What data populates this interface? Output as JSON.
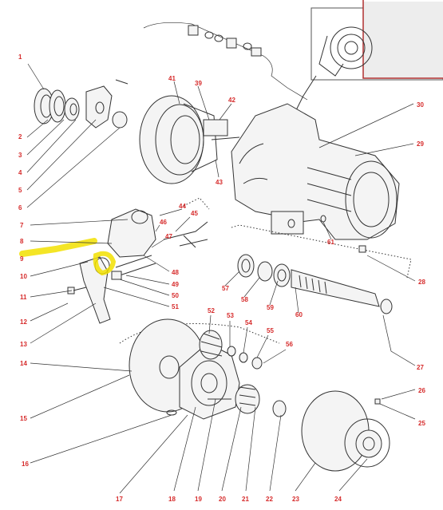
{
  "part_numbers": [
    {
      "id": "1",
      "side": "left"
    },
    {
      "id": "2",
      "side": "left"
    },
    {
      "id": "3",
      "side": "left"
    },
    {
      "id": "4",
      "side": "left"
    },
    {
      "id": "5",
      "side": "left"
    },
    {
      "id": "6",
      "side": "left"
    },
    {
      "id": "7",
      "side": "left"
    },
    {
      "id": "8",
      "side": "left"
    },
    {
      "id": "9",
      "side": "left"
    },
    {
      "id": "10",
      "side": "left"
    },
    {
      "id": "11",
      "side": "left"
    },
    {
      "id": "12",
      "side": "left"
    },
    {
      "id": "13",
      "side": "left"
    },
    {
      "id": "14",
      "side": "left"
    },
    {
      "id": "15",
      "side": "left"
    },
    {
      "id": "16",
      "side": "left"
    },
    {
      "id": "17",
      "side": "bottom"
    },
    {
      "id": "18",
      "side": "bottom"
    },
    {
      "id": "19",
      "side": "bottom"
    },
    {
      "id": "20",
      "side": "bottom"
    },
    {
      "id": "21",
      "side": "bottom"
    },
    {
      "id": "22",
      "side": "bottom"
    },
    {
      "id": "23",
      "side": "bottom"
    },
    {
      "id": "24",
      "side": "bottom"
    },
    {
      "id": "25",
      "side": "right"
    },
    {
      "id": "26",
      "side": "right"
    },
    {
      "id": "27",
      "side": "right"
    },
    {
      "id": "28",
      "side": "right"
    },
    {
      "id": "29",
      "side": "right"
    },
    {
      "id": "30",
      "side": "right"
    },
    {
      "id": "39",
      "side": "top"
    },
    {
      "id": "41",
      "side": "top"
    },
    {
      "id": "42",
      "side": "top"
    },
    {
      "id": "43",
      "side": "top"
    },
    {
      "id": "44",
      "side": "middle"
    },
    {
      "id": "45",
      "side": "middle"
    },
    {
      "id": "46",
      "side": "middle"
    },
    {
      "id": "47",
      "side": "middle"
    },
    {
      "id": "48",
      "side": "middle"
    },
    {
      "id": "49",
      "side": "middle"
    },
    {
      "id": "50",
      "side": "middle"
    },
    {
      "id": "51",
      "side": "middle"
    },
    {
      "id": "52",
      "side": "middle"
    },
    {
      "id": "53",
      "side": "middle"
    },
    {
      "id": "54",
      "side": "middle"
    },
    {
      "id": "55",
      "side": "middle"
    },
    {
      "id": "56",
      "side": "middle"
    },
    {
      "id": "57",
      "side": "middle"
    },
    {
      "id": "58",
      "side": "middle"
    },
    {
      "id": "59",
      "side": "middle"
    },
    {
      "id": "60",
      "side": "middle"
    },
    {
      "id": "61",
      "side": "middle"
    }
  ],
  "highlighted_part": "9",
  "colors": {
    "label": "#d62b2b",
    "line": "#333333",
    "highlight": "#f2e000",
    "inset_border": "#b03030"
  }
}
